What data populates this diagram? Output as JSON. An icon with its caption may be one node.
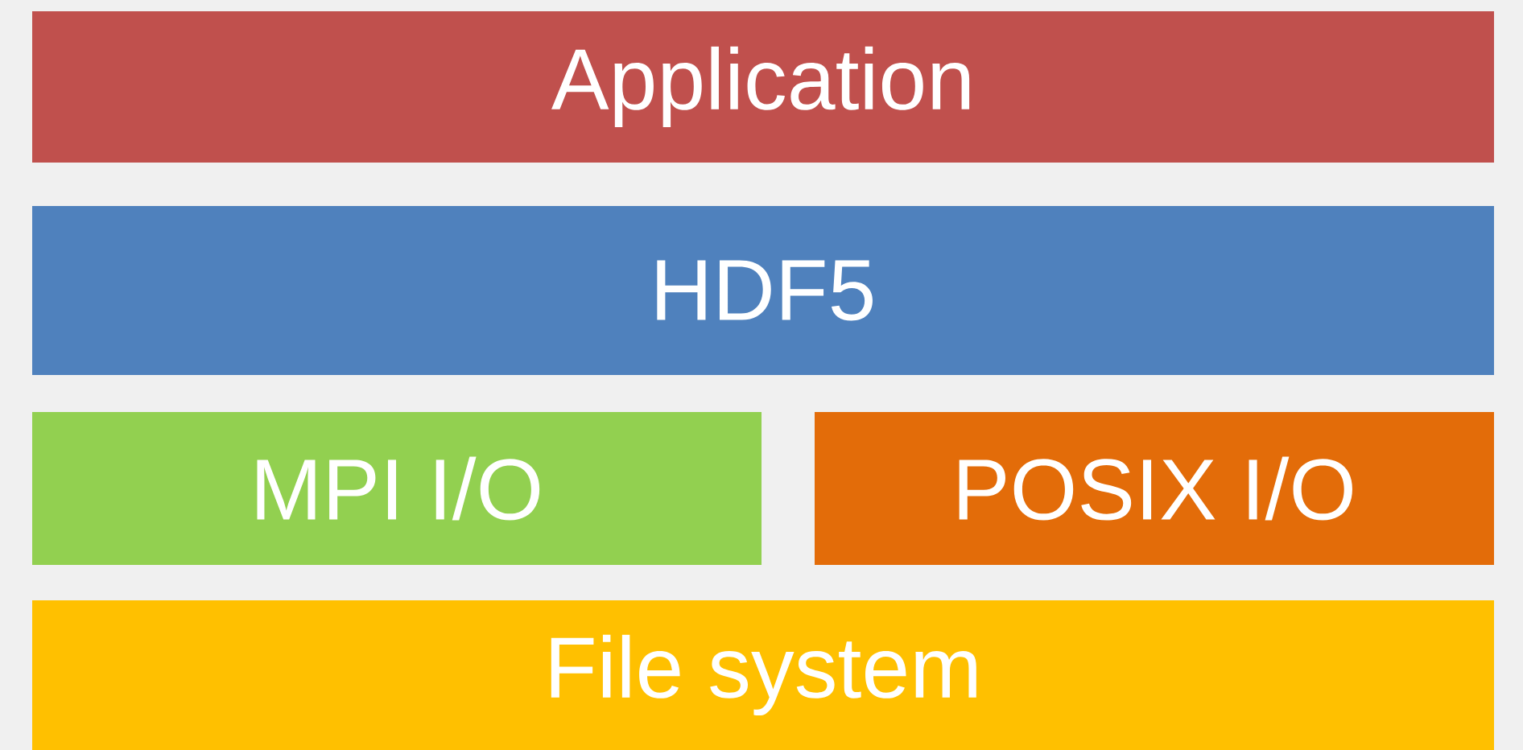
{
  "diagram": {
    "nodes": [
      {
        "text": [
          "Application"
        ]
      },
      {
        "text": [
          "HDF5"
        ]
      },
      {
        "text": [
          "MPI I/O"
        ]
      },
      {
        "text": [
          "POSIX I/O"
        ]
      },
      {
        "text": [
          "File system"
        ]
      }
    ]
  }
}
